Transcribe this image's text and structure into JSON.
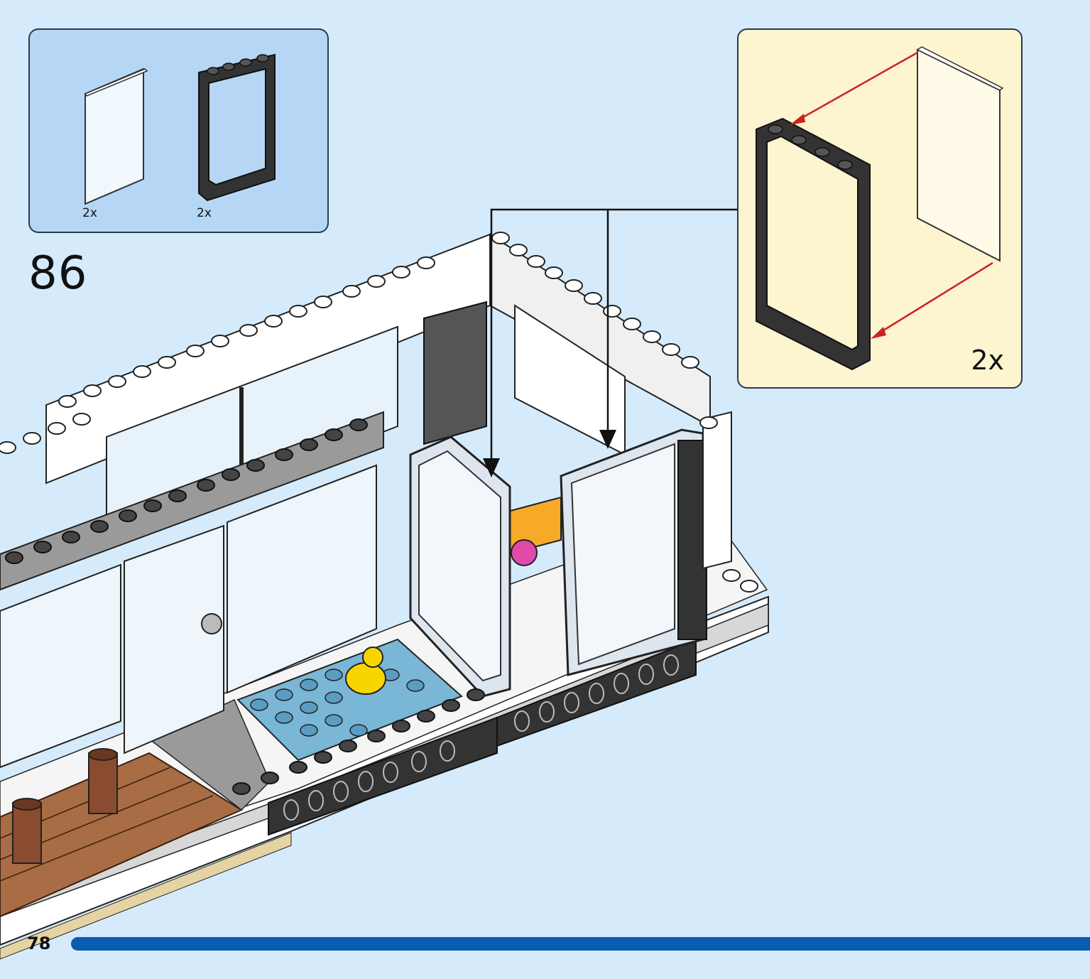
{
  "step": {
    "number": "86"
  },
  "parts_list": {
    "items": [
      {
        "name": "glass-pane",
        "quantity": "2x"
      },
      {
        "name": "window-frame",
        "quantity": "2x"
      }
    ]
  },
  "callout": {
    "quantity": "2x"
  },
  "page": {
    "number": "78"
  },
  "progress": {
    "fraction": 1.0
  },
  "colors": {
    "background": "#d5ebfc",
    "parts_box": "#b5d7f5",
    "callout_box": "#fdf4d0",
    "progress_bar": "#0a5cae",
    "arrow_red": "#cc2222"
  }
}
